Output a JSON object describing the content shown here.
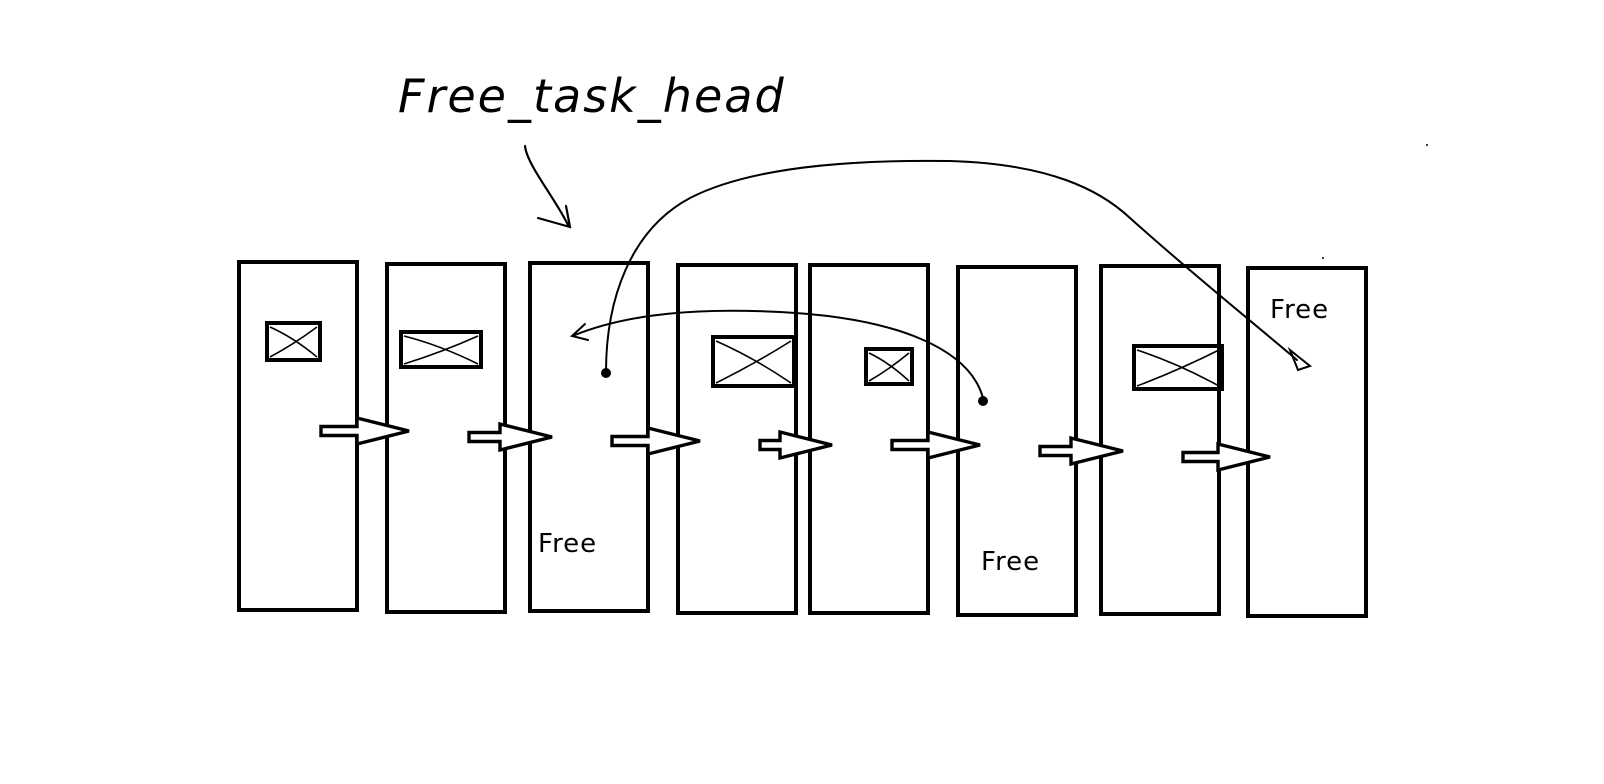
{
  "diagram": {
    "head_label": "Free_task_head",
    "slot_count": 8,
    "slots": [
      {
        "index": 0,
        "state": "occupied",
        "label": ""
      },
      {
        "index": 1,
        "state": "occupied",
        "label": ""
      },
      {
        "index": 2,
        "state": "free",
        "label": "Free"
      },
      {
        "index": 3,
        "state": "occupied",
        "label": ""
      },
      {
        "index": 4,
        "state": "occupied",
        "label": ""
      },
      {
        "index": 5,
        "state": "free",
        "label": "Free"
      },
      {
        "index": 6,
        "state": "occupied",
        "label": ""
      },
      {
        "index": 7,
        "state": "free",
        "label": "Free"
      }
    ],
    "next_arrows": [
      {
        "from": 0,
        "to": 1
      },
      {
        "from": 1,
        "to": 2
      },
      {
        "from": 2,
        "to": 3
      },
      {
        "from": 3,
        "to": 4
      },
      {
        "from": 4,
        "to": 5
      },
      {
        "from": 5,
        "to": 6
      },
      {
        "from": 6,
        "to": 7
      }
    ],
    "head_points_to": 2,
    "free_links": [
      {
        "from": 2,
        "to": 7
      },
      {
        "from": 5,
        "to": 2
      }
    ],
    "colors": {
      "ink": "#000000",
      "background": "#ffffff"
    }
  }
}
